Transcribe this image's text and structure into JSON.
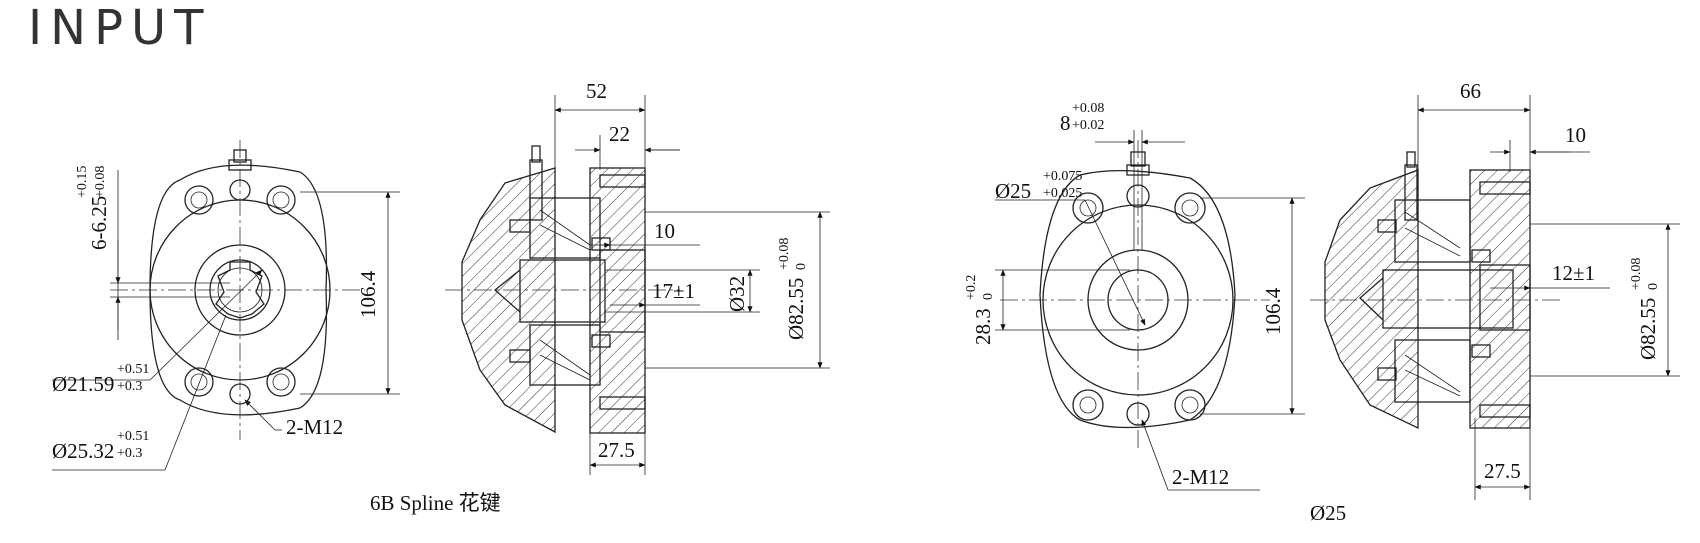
{
  "heading": "INPUT",
  "left_view": {
    "caption": "6B Spline 花键",
    "front": {
      "spline_width": {
        "nominal": "6-6.25",
        "upper": "+0.15",
        "lower": "+0.08"
      },
      "minor_dia": {
        "nominal": "Ø21.59",
        "upper": "+0.51",
        "lower": "+0.3"
      },
      "major_dia": {
        "nominal": "Ø25.32",
        "upper": "+0.51",
        "lower": "+0.3"
      },
      "threads": "2-M12",
      "height": "106.4"
    },
    "section": {
      "len_total": "52",
      "len_22": "22",
      "len_10": "10",
      "len_17": "17±1",
      "dia_32": "Ø32",
      "pilot_dia": {
        "nominal": "Ø82.55",
        "upper": "+0.08",
        "lower": "0"
      },
      "flange": "27.5"
    }
  },
  "right_view": {
    "caption": "Ø25",
    "front": {
      "key_width": {
        "nominal": "8",
        "upper": "+0.08",
        "lower": "+0.02"
      },
      "shaft_dia": {
        "nominal": "Ø25",
        "upper": "+0.075",
        "lower": "+0.025"
      },
      "key_height": {
        "nominal": "28.3",
        "upper": "+0.2",
        "lower": "0"
      },
      "threads": "2-M12",
      "height": "106.4"
    },
    "section": {
      "len_total": "66",
      "len_10": "10",
      "len_12": "12±1",
      "pilot_dia": {
        "nominal": "Ø82.55",
        "upper": "+0.08",
        "lower": "0"
      },
      "flange": "27.5"
    }
  }
}
